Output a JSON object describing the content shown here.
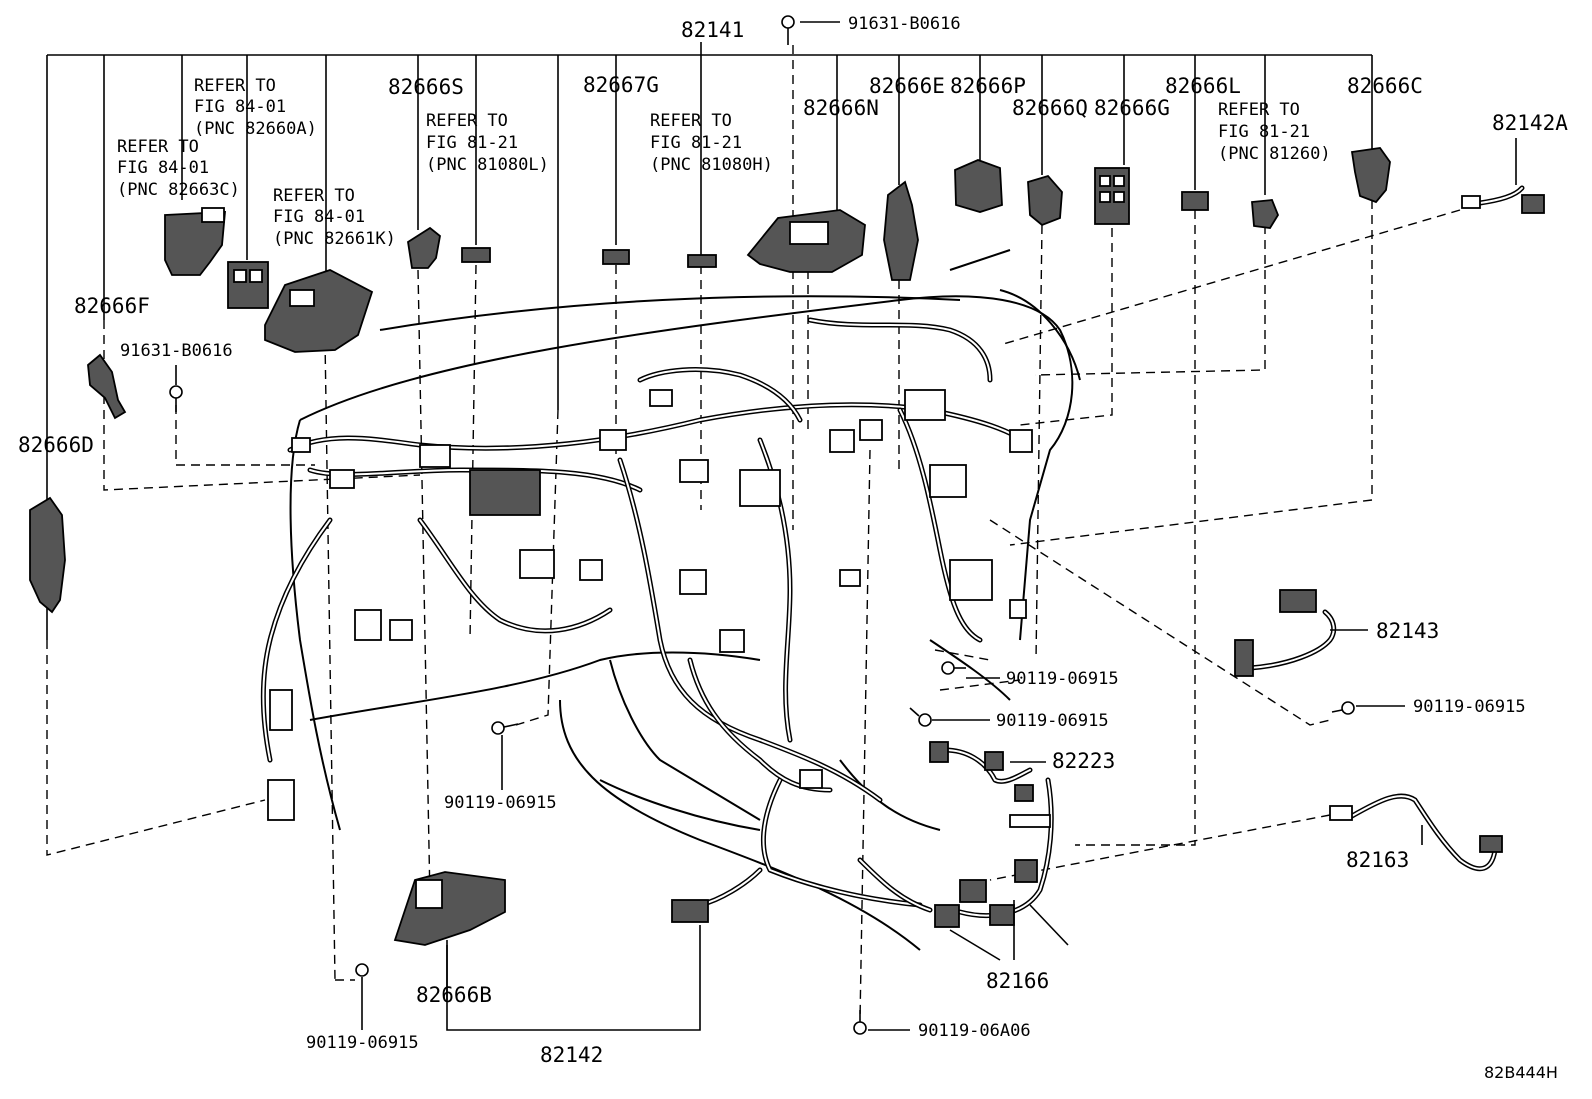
{
  "diagram": {
    "image_code": "82B444H",
    "parts": {
      "p82141": "82141",
      "p91631_top": "91631-B0616",
      "p82666S": "82666S",
      "p82667G": "82667G",
      "p82666N": "82666N",
      "p82666E": "82666E",
      "p82666P": "82666P",
      "p82666Q": "82666Q",
      "p82666G": "82666G",
      "p82666L": "82666L",
      "p82666C": "82666C",
      "p82142A": "82142A",
      "p82666F": "82666F",
      "p91631_left": "91631-B0616",
      "p82666D": "82666D",
      "p82143": "82143",
      "p90119_r1": "90119-06915",
      "p90119_r2": "90119-06915",
      "p90119_far": "90119-06915",
      "p82223": "82223",
      "p90119_mid": "90119-06915",
      "p82163": "82163",
      "p82166": "82166",
      "p82666B": "82666B",
      "p90119_bl": "90119-06915",
      "p82142": "82142",
      "p90119_06A06": "90119-06A06"
    },
    "refs": {
      "r84_01_a": {
        "l1": "REFER TO",
        "l2": "FIG 84-01",
        "l3": "(PNC 82660A)"
      },
      "r84_01_c": {
        "l1": "REFER TO",
        "l2": "FIG 84-01",
        "l3": "(PNC 82663C)"
      },
      "r84_01_k": {
        "l1": "REFER TO",
        "l2": "FIG 84-01",
        "l3": "(PNC 82661K)"
      },
      "r81_21_l": {
        "l1": "REFER TO",
        "l2": "FIG 81-21",
        "l3": "(PNC 81080L)"
      },
      "r81_21_h": {
        "l1": "REFER TO",
        "l2": "FIG 81-21",
        "l3": "(PNC 81080H)"
      },
      "r81_21_1260": {
        "l1": "REFER TO",
        "l2": "FIG 81-21",
        "l3": "(PNC 81260)"
      }
    }
  }
}
